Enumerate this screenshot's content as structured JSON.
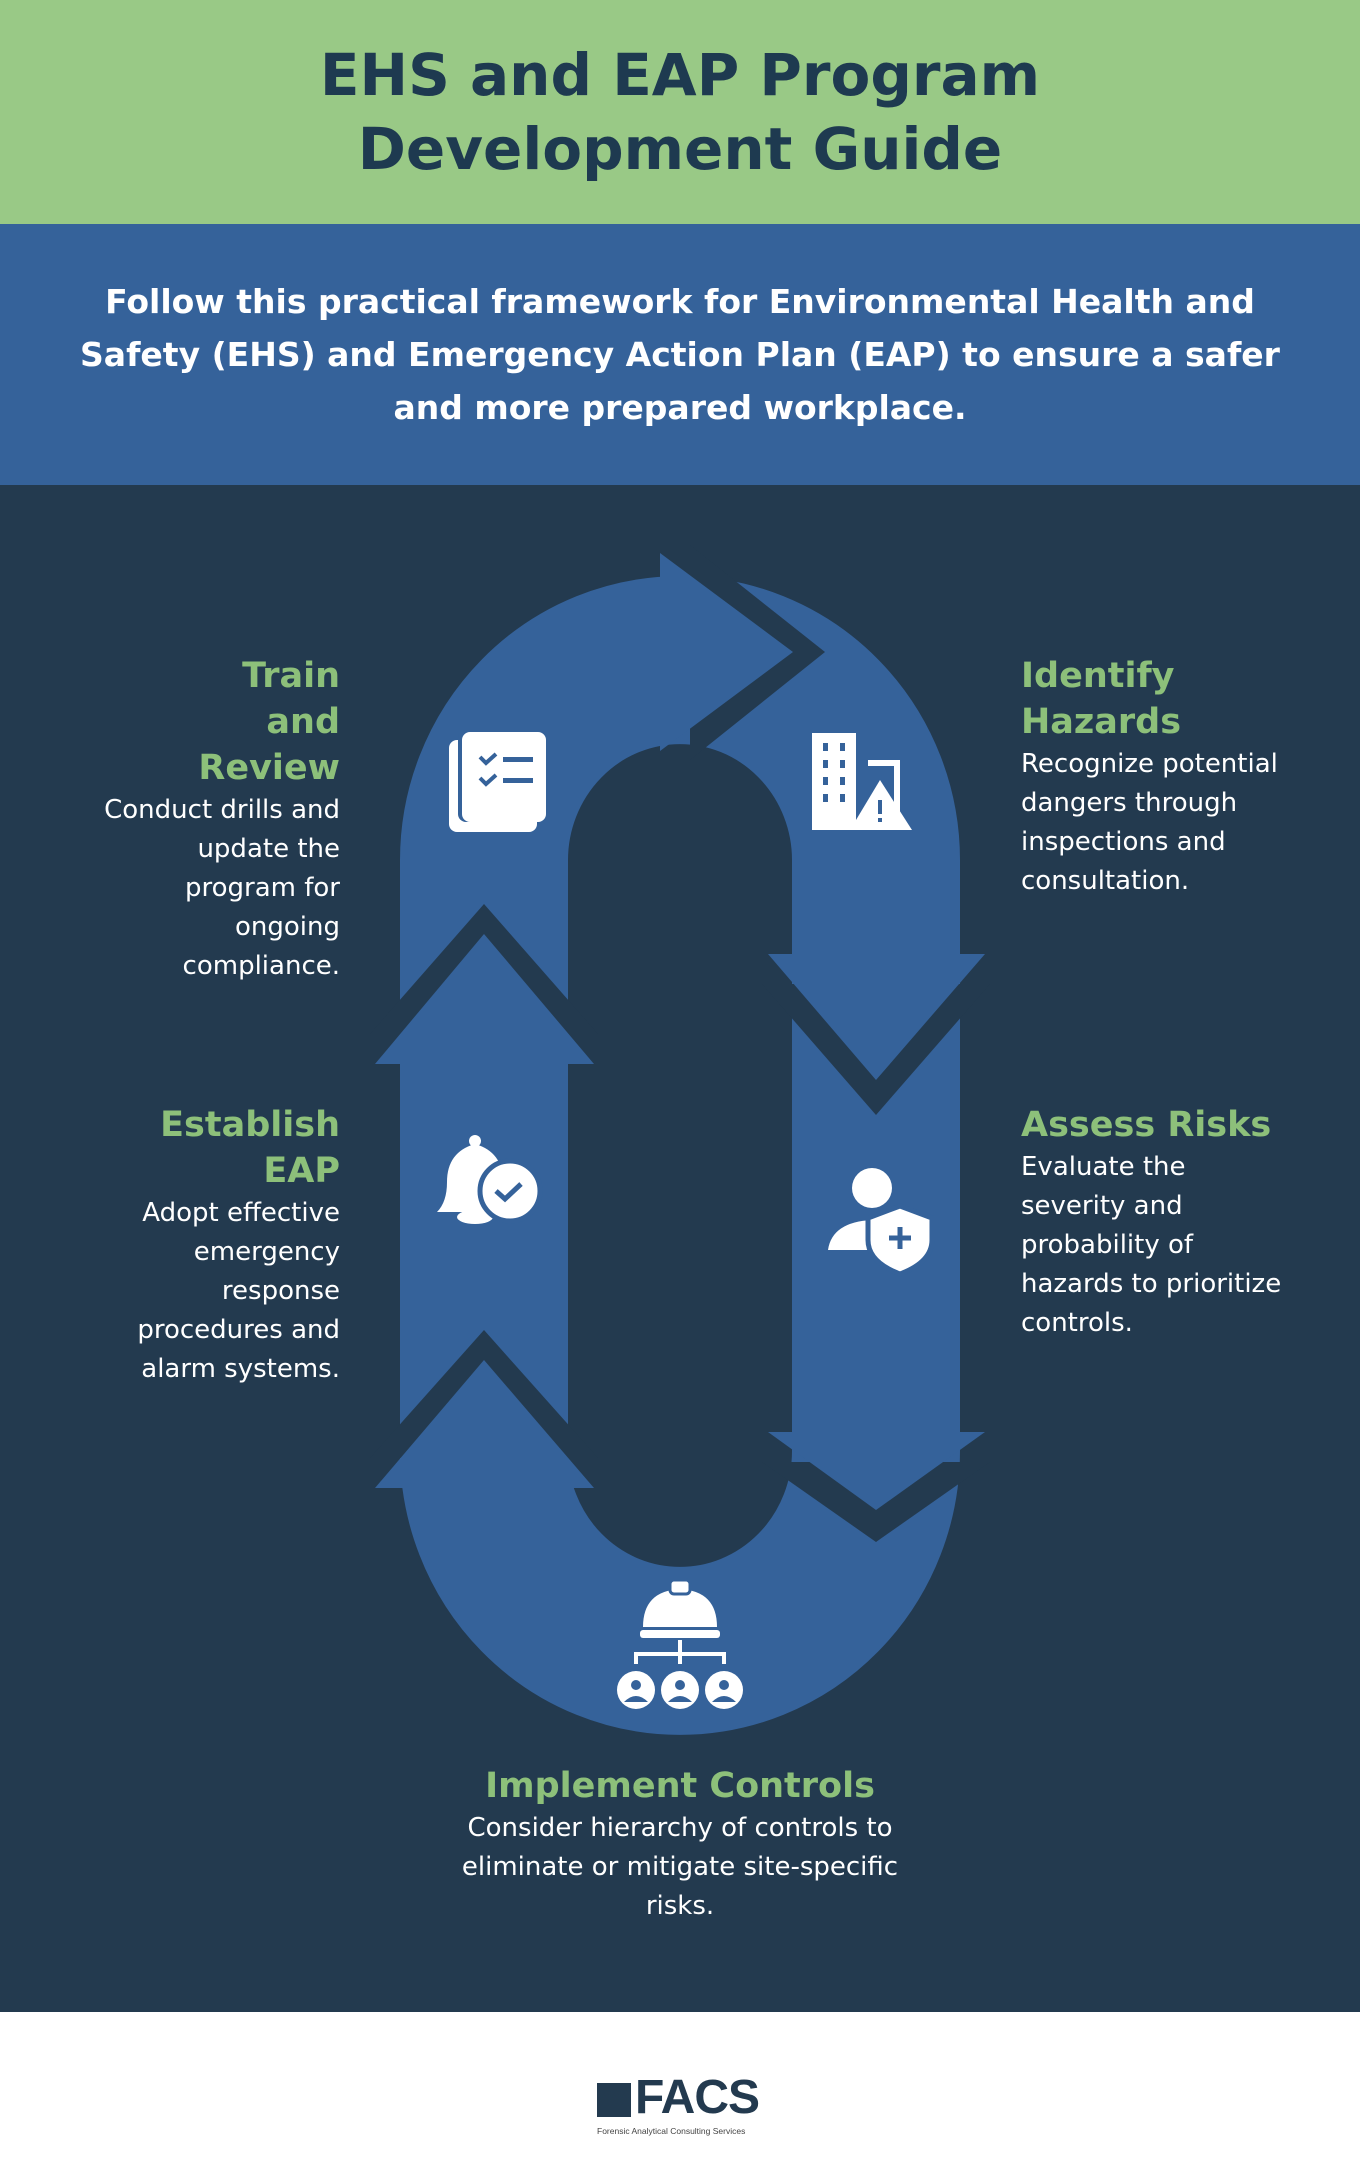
{
  "header": {
    "title_line1": "EHS and EAP Program",
    "title_line2": "Development Guide"
  },
  "intro": {
    "text": "Follow this practical framework for Environmental Health and Safety (EHS) and Emergency Action Plan (EAP) to ensure a safer and more prepared workplace."
  },
  "steps": [
    {
      "title": "Train and Review",
      "body": "Conduct drills and update the program for ongoing compliance.",
      "icon": "checklist-icon"
    },
    {
      "title": "Identify Hazards",
      "body": "Recognize potential dangers through inspections and consultation.",
      "icon": "building-hazard-icon"
    },
    {
      "title": "Establish EAP",
      "body": "Adopt effective emergency response procedures and alarm systems.",
      "icon": "alarm-bell-check-icon"
    },
    {
      "title": "Assess Risks",
      "body": "Evaluate the severity and probability of hazards to prioritize controls.",
      "icon": "person-shield-icon"
    },
    {
      "title": "Implement Controls",
      "body": "Consider hierarchy of controls to eliminate or mitigate site-specific risks.",
      "icon": "hardhat-hierarchy-icon"
    }
  ],
  "footer": {
    "logo_text": "FACS",
    "logo_subtitle": "Forensic Analytical Consulting Services"
  },
  "colors": {
    "green": "#99c986",
    "blue": "#35629a",
    "navy": "#233a4f",
    "accent_text": "#8dc07a"
  }
}
